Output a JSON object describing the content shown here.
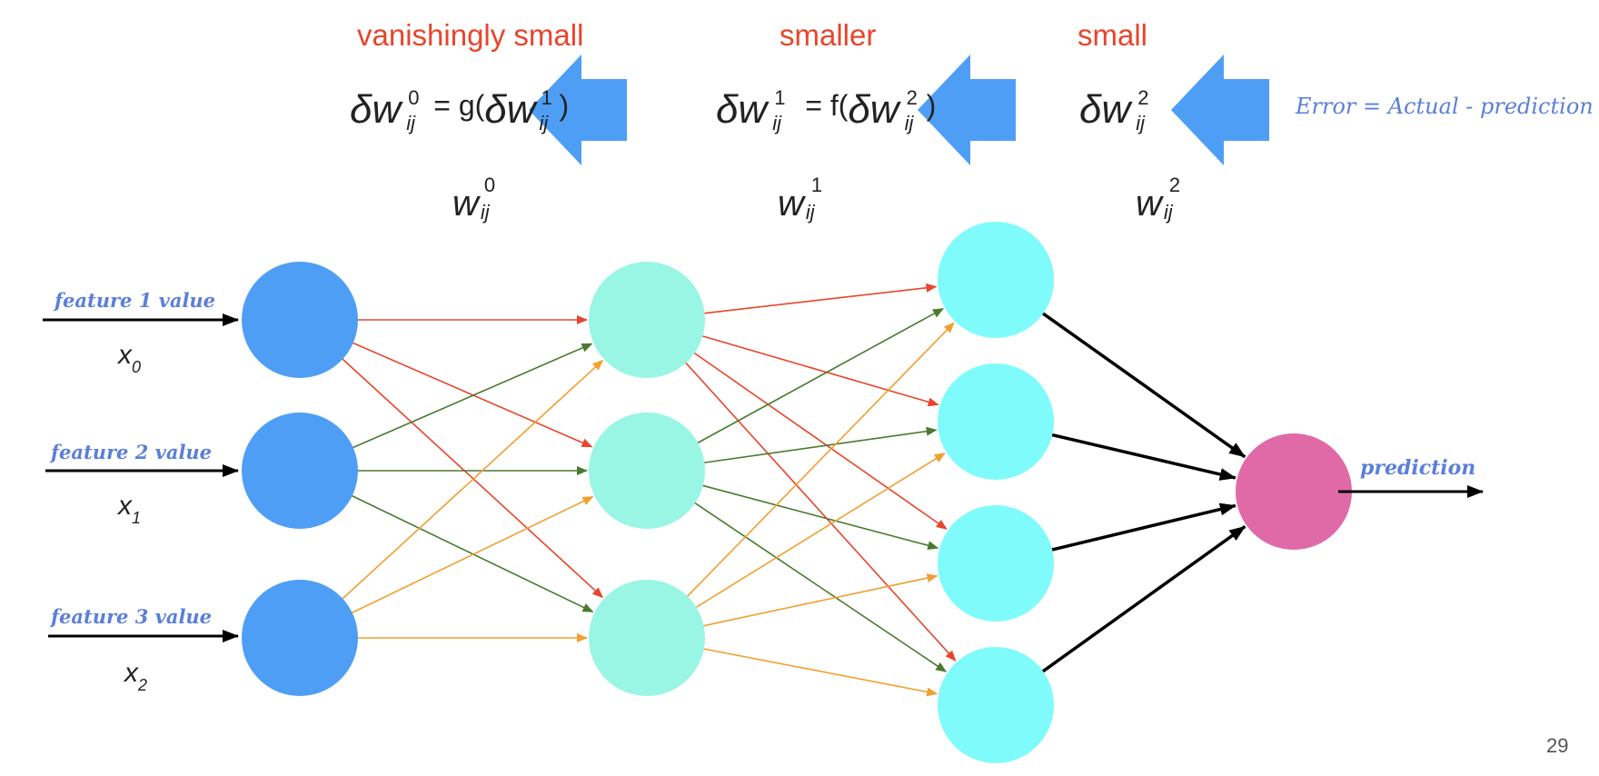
{
  "top_labels": {
    "vanishingly_small": "vanishingly small",
    "smaller": "smaller",
    "small": "small"
  },
  "equations": {
    "eq0": {
      "lhs": "δw",
      "lhs_sup": "0",
      "lhs_sub": "ij",
      "op": "= g(",
      "inner": "δw",
      "inner_sup": "1",
      "inner_sub": "ij",
      "close": ")"
    },
    "eq1": {
      "lhs": "δw",
      "lhs_sup": "1",
      "lhs_sub": "ij",
      "op": "= f(",
      "inner": "δw",
      "inner_sup": "2",
      "inner_sub": "ij",
      "close": ")"
    },
    "eq2": {
      "lhs": "δw",
      "lhs_sup": "2",
      "lhs_sub": "ij"
    }
  },
  "error_note": "Error = Actual - prediction",
  "weights": [
    {
      "base": "w",
      "sub": "ij",
      "sup": "0"
    },
    {
      "base": "w",
      "sub": "ij",
      "sup": "1"
    },
    {
      "base": "w",
      "sub": "ij",
      "sup": "2"
    }
  ],
  "inputs": [
    {
      "label": "feature 1 value",
      "var": "x",
      "sub": "0"
    },
    {
      "label": "feature 2 value",
      "var": "x",
      "sub": "1"
    },
    {
      "label": "feature 3 value",
      "var": "x",
      "sub": "2"
    }
  ],
  "output_label": "prediction",
  "page_number": "29",
  "colors": {
    "input_node": "#4f9ef5",
    "hidden1_node": "#99f6e4",
    "hidden2_node": "#80fbfb",
    "output_node": "#e06aa8",
    "arrow_blue": "#4f9ef5",
    "edge_red": "#e8452c",
    "edge_green": "#4a7a2e",
    "edge_orange": "#f0a030",
    "edge_black": "#000000"
  }
}
